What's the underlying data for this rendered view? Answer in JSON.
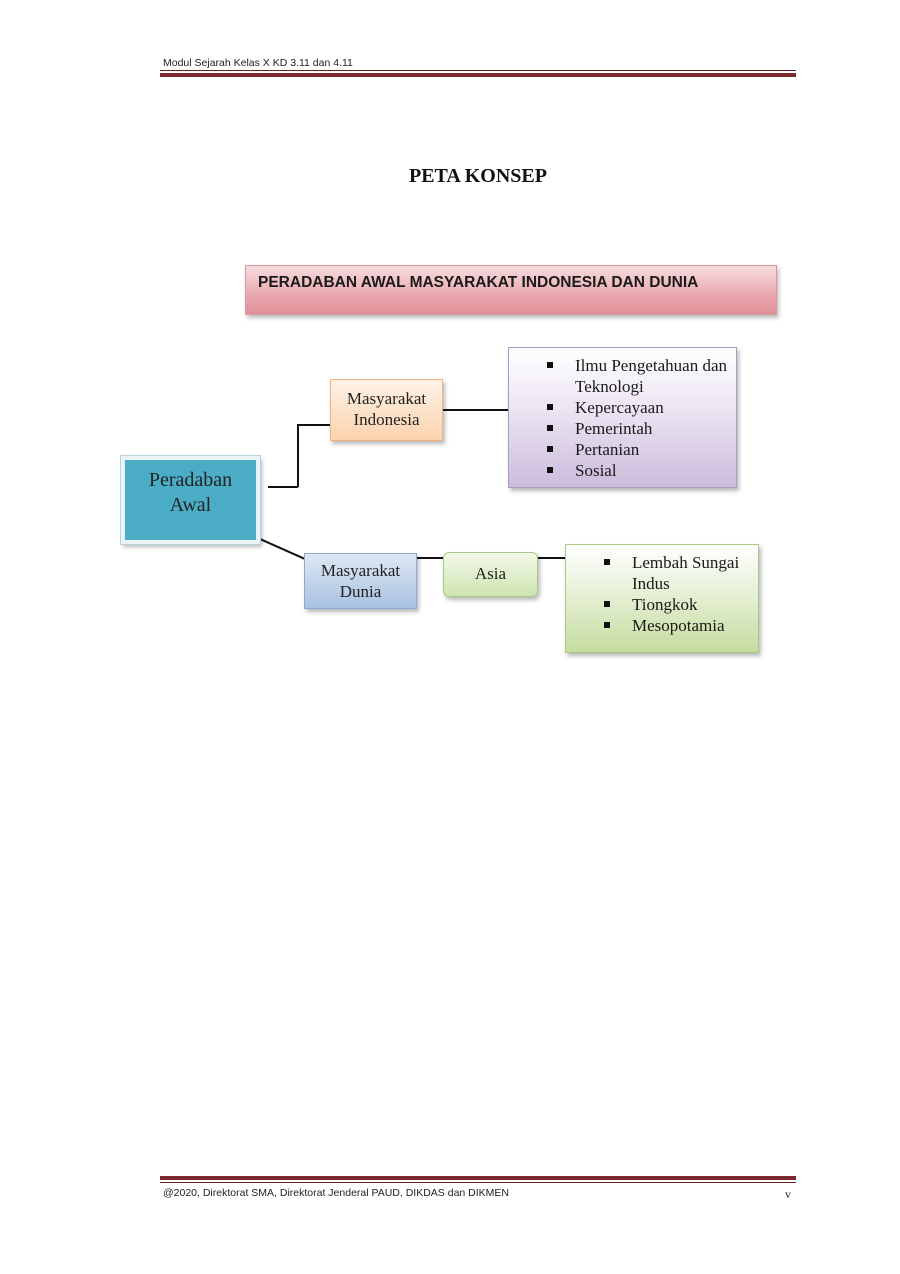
{
  "header": {
    "text": "Modul  Sejarah Kelas X KD 3.11 dan 4.11"
  },
  "page_title": "PETA KONSEP",
  "banner": "PERADABAN AWAL MASYARAKAT INDONESIA DAN DUNIA",
  "colors": {
    "rule": "#7a2a2e",
    "banner": "#eaa9af",
    "root": "#4bacc6",
    "indonesia": "#fbd3ae",
    "dunia": "#a9c1e0",
    "asia": "#cfe4b0",
    "indonesia_topics": "#cbbcdc",
    "asia_topics": "#c6dc9f"
  },
  "concept_map": {
    "root": {
      "line1": "Peradaban",
      "line2": "Awal"
    },
    "indonesia": {
      "line1": "Masyarakat",
      "line2": "Indonesia",
      "topics": [
        "Ilmu Pengetahuan dan Teknologi",
        "Kepercayaan",
        "Pemerintah",
        "Pertanian",
        "Sosial"
      ]
    },
    "dunia": {
      "line1": "Masyarakat",
      "line2": "Dunia",
      "region": "Asia",
      "topics": [
        "Lembah Sungai Indus",
        "Tiongkok",
        "Mesopotamia"
      ]
    }
  },
  "footer": {
    "text": "@2020, Direktorat SMA, Direktorat Jenderal PAUD, DIKDAS dan DIKMEN",
    "page": "v"
  }
}
